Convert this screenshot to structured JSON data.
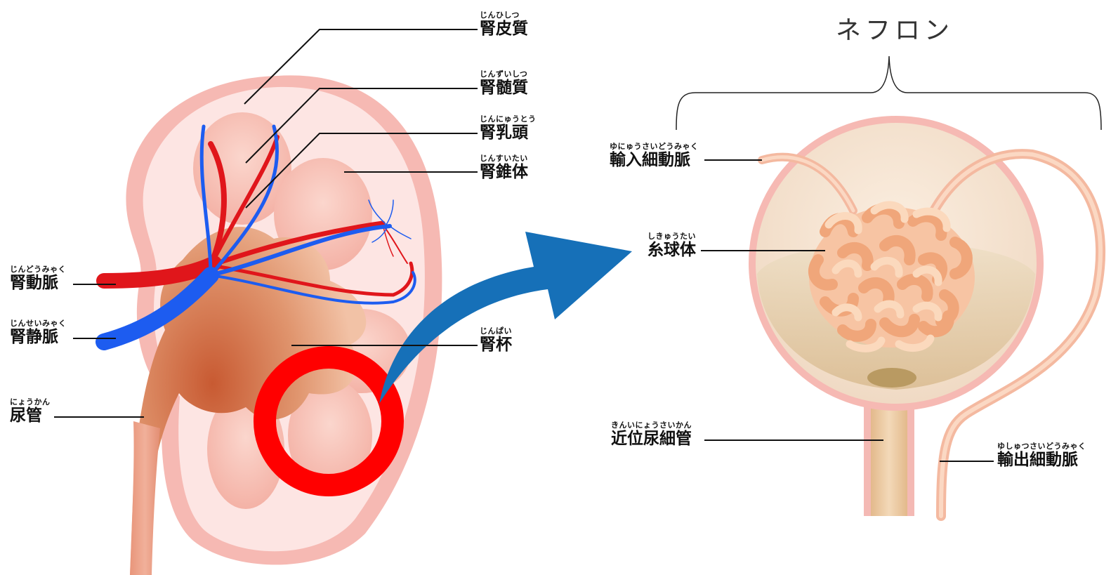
{
  "title": "ネフロン",
  "labels": {
    "renal_cortex": {
      "ruby": "じんひしつ",
      "term": "腎皮質"
    },
    "renal_medulla": {
      "ruby": "じんずいしつ",
      "term": "腎髄質"
    },
    "renal_papilla": {
      "ruby": "じんにゅうとう",
      "term": "腎乳頭"
    },
    "renal_pyramid": {
      "ruby": "じんすいたい",
      "term": "腎錐体"
    },
    "renal_artery": {
      "ruby": "じんどうみゃく",
      "term": "腎動脈"
    },
    "renal_vein": {
      "ruby": "じんせいみゃく",
      "term": "腎静脈"
    },
    "ureter": {
      "ruby": "にょうかん",
      "term": "尿管"
    },
    "renal_calyx": {
      "ruby": "じんぱい",
      "term": "腎杯"
    },
    "afferent_arteriole": {
      "ruby": "ゆにゅうさいどうみゃく",
      "term": "輸入細動脈"
    },
    "glomerulus": {
      "ruby": "しきゅうたい",
      "term": "糸球体"
    },
    "proximal_tubule": {
      "ruby": "きんいにょうさいかん",
      "term": "近位尿細管"
    },
    "efferent_arteriole": {
      "ruby": "ゆしゅつさいどうみゃく",
      "term": "輸出細動脈"
    }
  },
  "colors": {
    "kidney_outer": "#f6b9b3",
    "kidney_fill": "#fde3e1",
    "pyramid": "#f9c9bf",
    "pelvis": "#d2704a",
    "artery": "#e0161b",
    "vein": "#1d5cf0",
    "highlight_ring": "#ff0000",
    "arrow": "#1670b8",
    "capsule": "#f3c8bc",
    "tubule": "#e9c6a0",
    "glomerulus": "#f7b892"
  }
}
